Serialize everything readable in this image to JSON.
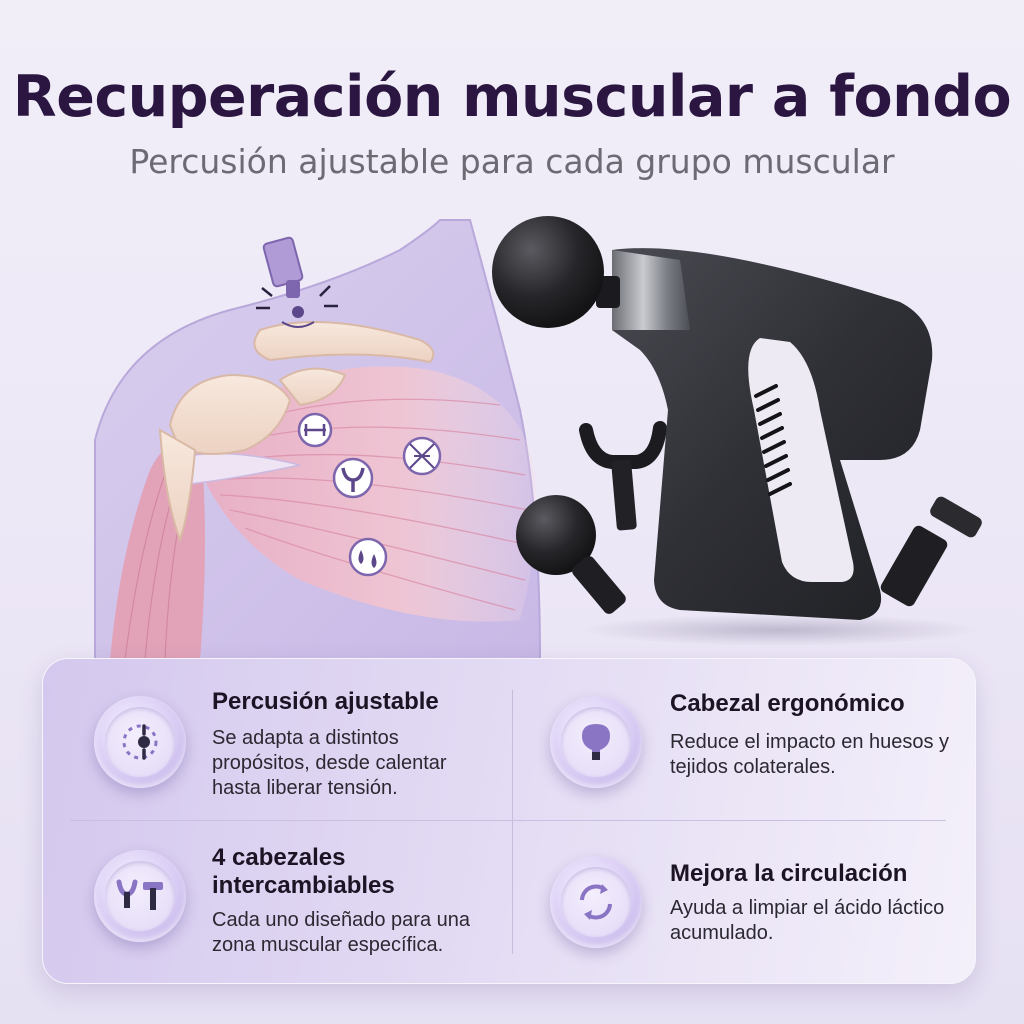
{
  "header": {
    "title": "Recuperación muscular a fondo",
    "subtitle": "Percusión ajustable para cada grupo muscular"
  },
  "features": [
    {
      "title": "Percusión ajustable",
      "desc": "Se adapta a distintos propósitos, desde calentar hasta liberar tensión.",
      "icon": "adjust-dial-icon"
    },
    {
      "title": "Cabezal ergonómico",
      "desc": "Reduce el impacto en huesos y tejidos colaterales.",
      "icon": "bulb-head-icon"
    },
    {
      "title": "4 cabezales intercambiables",
      "desc": "Cada uno diseñado para una zona muscular específica.",
      "icon": "attachment-heads-icon"
    },
    {
      "title": "Mejora la circulación",
      "desc": "Ayuda a limpiar el ácido láctico acumulado.",
      "icon": "circulation-arrows-icon"
    }
  ],
  "colors": {
    "title": "#2a1640",
    "subtitle": "#6d6a73",
    "accent_purple": "#8a74c4",
    "device_dark": "#2d2e33"
  }
}
